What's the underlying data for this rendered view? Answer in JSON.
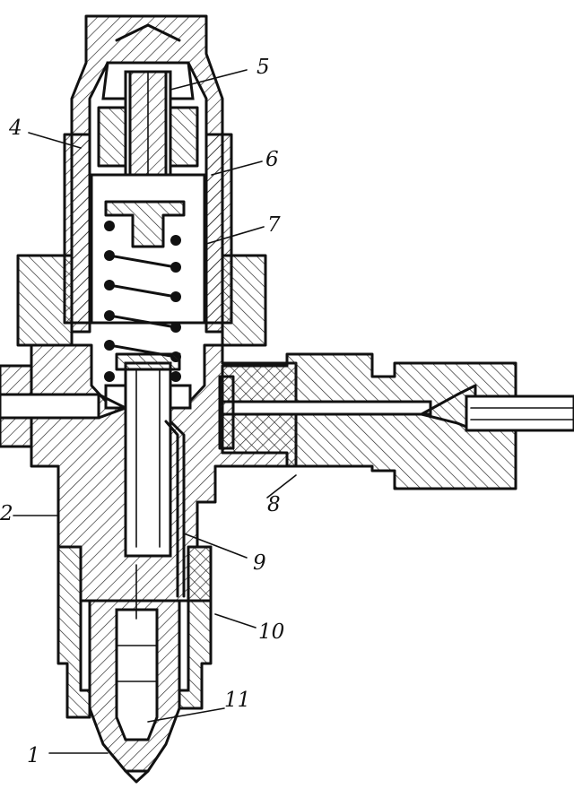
{
  "figure": {
    "callouts": [
      {
        "id": "1",
        "text": "1"
      },
      {
        "id": "2",
        "text": "2"
      },
      {
        "id": "4",
        "text": "4"
      },
      {
        "id": "5",
        "text": "5"
      },
      {
        "id": "6",
        "text": "6"
      },
      {
        "id": "7",
        "text": "7"
      },
      {
        "id": "8",
        "text": "8"
      },
      {
        "id": "9",
        "text": "9"
      },
      {
        "id": "10",
        "text": "10"
      },
      {
        "id": "11",
        "text": "11"
      }
    ]
  }
}
